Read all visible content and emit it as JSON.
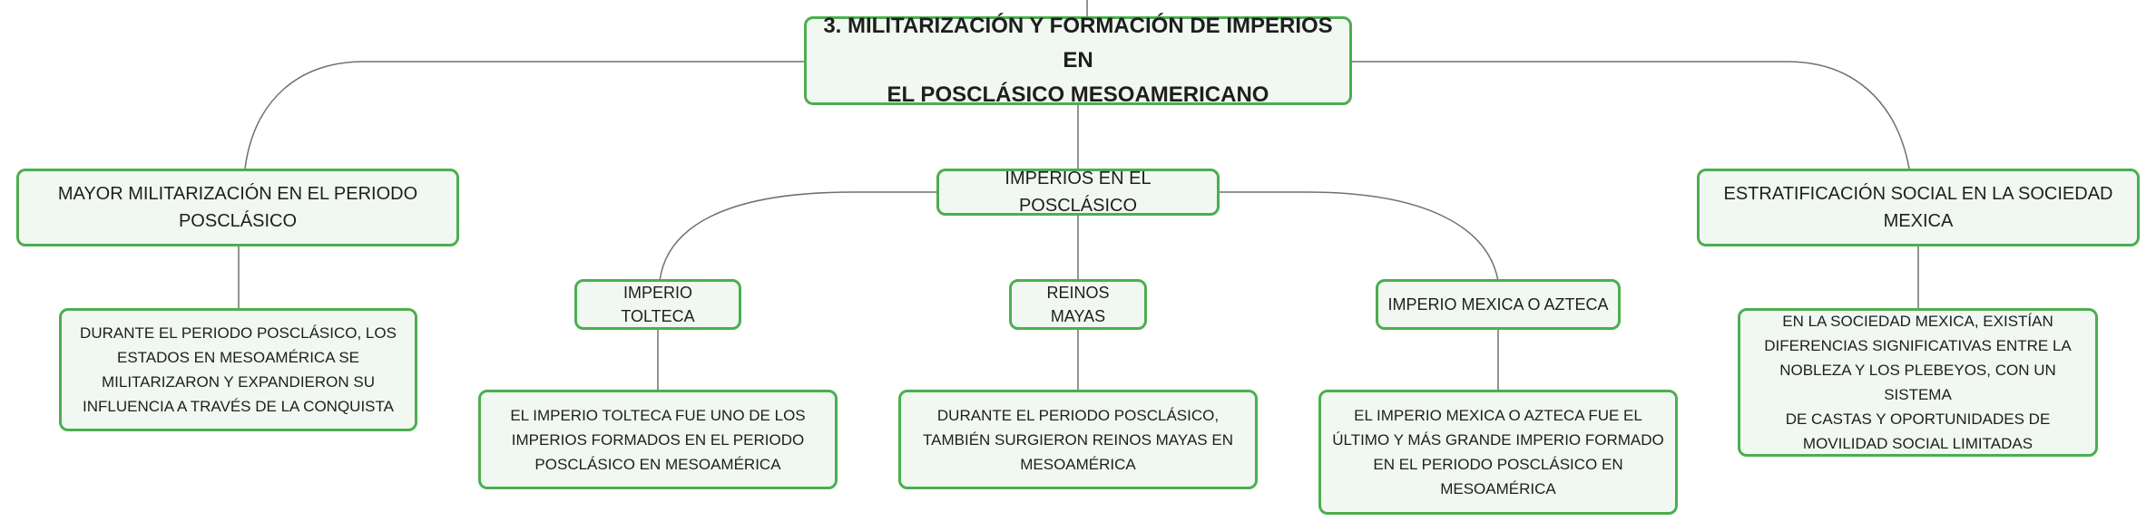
{
  "diagram": {
    "root": {
      "title_line1": "3. MILITARIZACIÓN Y FORMACIÓN DE IMPERIOS EN",
      "title_line2": "EL POSCLÁSICO MESOAMERICANO"
    },
    "left": {
      "heading_line1": "MAYOR MILITARIZACIÓN EN EL PERIODO",
      "heading_line2": "POSCLÁSICO",
      "detail_lines": [
        "DURANTE EL PERIODO POSCLÁSICO, LOS",
        "ESTADOS EN MESOAMÉRICA SE",
        "MILITARIZARON Y EXPANDIERON SU",
        "INFLUENCIA A TRAVÉS DE LA CONQUISTA"
      ]
    },
    "center": {
      "heading": "IMPERIOS EN EL POSCLÁSICO",
      "children": [
        {
          "label": "IMPERIO TOLTECA",
          "detail_lines": [
            "EL IMPERIO TOLTECA FUE UNO DE LOS",
            "IMPERIOS FORMADOS EN EL PERIODO",
            "POSCLÁSICO EN MESOAMÉRICA"
          ]
        },
        {
          "label": "REINOS MAYAS",
          "detail_lines": [
            "DURANTE EL PERIODO POSCLÁSICO,",
            "TAMBIÉN SURGIERON REINOS MAYAS EN",
            "MESOAMÉRICA"
          ]
        },
        {
          "label": "IMPERIO MEXICA O AZTECA",
          "detail_lines": [
            "EL IMPERIO MEXICA O AZTECA FUE EL",
            "ÚLTIMO Y MÁS GRANDE IMPERIO FORMADO",
            "EN EL PERIODO POSCLÁSICO EN",
            "MESOAMÉRICA"
          ]
        }
      ]
    },
    "right": {
      "heading_line1": "ESTRATIFICACIÓN SOCIAL EN LA SOCIEDAD",
      "heading_line2": "MEXICA",
      "detail_lines": [
        "EN LA SOCIEDAD MEXICA, EXISTÍAN",
        "DIFERENCIAS SIGNIFICATIVAS ENTRE LA",
        "NOBLEZA Y LOS PLEBEYOS, CON UN SISTEMA",
        "DE CASTAS Y OPORTUNIDADES DE",
        "MOVILIDAD SOCIAL LIMITADAS"
      ]
    },
    "colors": {
      "node_border": "#4cae4f",
      "node_fill": "#f1f8f1",
      "connector": "#707070",
      "text": "#1e1e1e"
    }
  }
}
